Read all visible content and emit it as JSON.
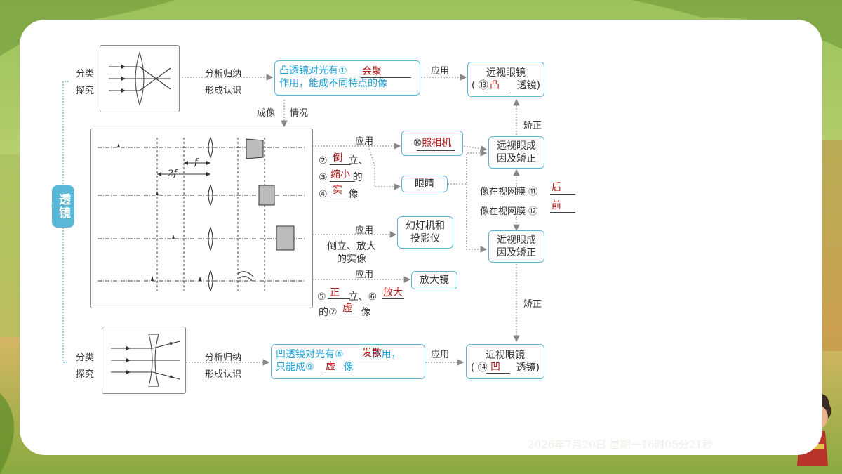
{
  "left_label": "透镜",
  "top_branch": {
    "classify": [
      "分类",
      "探究"
    ],
    "analyze": [
      "分析归纳",
      "形成认识"
    ],
    "main_line1_prefix": "凸透镜对光有①",
    "main_line2": "作用，能成不同特点的像",
    "answer1": "会聚",
    "apply_label": "应用",
    "result_line1": "远视眼镜",
    "result_open": "(",
    "result_num": "⑬",
    "result_close": "透镜)",
    "answer13": "凸",
    "imaging_label": [
      "成像",
      "情况"
    ]
  },
  "lens_figure": {
    "f_label": "f",
    "twof_label": "2f"
  },
  "row1": {
    "apply_label": "应用",
    "n2": "②",
    "a2": "倒",
    "t2": "立、",
    "n3": "③",
    "a3": "缩小",
    "t3": "的",
    "n4": "④",
    "a4": "实",
    "t4": "像",
    "camera_num": "⑩",
    "camera": "照相机",
    "eye": "眼睛"
  },
  "row3": {
    "apply_label": "应用",
    "desc_line1": "倒立、放大",
    "desc_line2": "的实像",
    "projector_line1": "幻灯机和",
    "projector_line2": "投影仪"
  },
  "row4": {
    "apply_label": "应用",
    "n5": "⑤",
    "a5": "正",
    "t5": "立、",
    "n6": "⑥",
    "a6": "放大",
    "t7pre": "的",
    "n7": "⑦",
    "a7": "虚",
    "t7": "像",
    "magnifier": "放大镜"
  },
  "eyes": {
    "far_box": [
      "远视眼成",
      "因及矫正"
    ],
    "near_box": [
      "近视眼成",
      "因及矫正"
    ],
    "correct_top": "矫正",
    "correct_bottom": "矫正",
    "retina_back_text": "像在视网膜",
    "n11": "⑪",
    "a11": "后",
    "retina_front_text": "像在视网膜",
    "n12": "⑫",
    "a12": "前"
  },
  "bottom_branch": {
    "classify": [
      "分类",
      "探究"
    ],
    "analyze": [
      "分析归纳",
      "形成认识"
    ],
    "main_line1_prefix": "凹透镜对光有⑧",
    "main_line1_suffix": "作用，",
    "answer8": "发散",
    "main_line2_prefix": "只能成⑨",
    "main_line2_suffix": "像",
    "answer9": "虚",
    "apply_label": "应用",
    "result_line1": "近视眼镜",
    "result_open": "(",
    "result_num": "⑭",
    "result_close": "透镜)",
    "answer14": "凹"
  },
  "timestamp": "2026年7月20日 星期一16时05分21秒",
  "colors": {
    "accent_blue": "#1aa3d8",
    "answer_red": "#b01818",
    "box_border": "#5ab7d6"
  }
}
